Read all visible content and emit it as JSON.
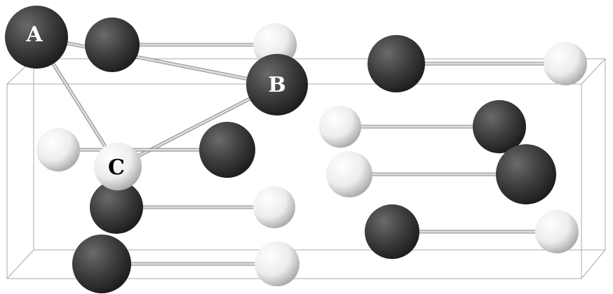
{
  "labels": {
    "a": "A",
    "b": "B",
    "c": "C"
  },
  "colors": {
    "dark_atom": "#3c3c3c",
    "light_atom": "#f2f2f2",
    "bond": "#c8c8c8",
    "cell_edge": "#a8a8a8"
  }
}
